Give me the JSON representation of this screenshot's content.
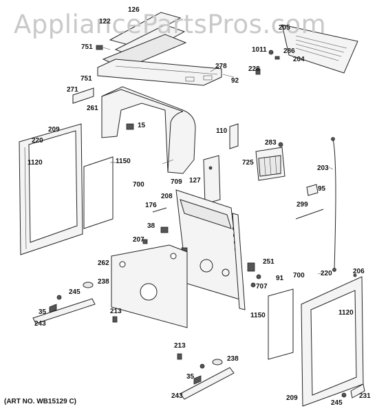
{
  "watermark": "AppliancePartsPros.com",
  "art_number": "(ART NO. WB15129 C)",
  "callouts": [
    {
      "id": "c126",
      "text": "126"
    },
    {
      "id": "c122",
      "text": "122"
    },
    {
      "id": "c751a",
      "text": "751"
    },
    {
      "id": "c205",
      "text": "205"
    },
    {
      "id": "c1011",
      "text": "1011"
    },
    {
      "id": "c286",
      "text": "286"
    },
    {
      "id": "c204",
      "text": "204"
    },
    {
      "id": "c278",
      "text": "278"
    },
    {
      "id": "c228",
      "text": "228"
    },
    {
      "id": "c92",
      "text": "92"
    },
    {
      "id": "c751b",
      "text": "751"
    },
    {
      "id": "c271",
      "text": "271"
    },
    {
      "id": "c261",
      "text": "261"
    },
    {
      "id": "c15",
      "text": "15"
    },
    {
      "id": "c209a",
      "text": "209"
    },
    {
      "id": "c220a",
      "text": "220"
    },
    {
      "id": "c110",
      "text": "110"
    },
    {
      "id": "c283",
      "text": "283"
    },
    {
      "id": "c1120a",
      "text": "1120"
    },
    {
      "id": "c1150a",
      "text": "1150"
    },
    {
      "id": "c725",
      "text": "725"
    },
    {
      "id": "c203",
      "text": "203"
    },
    {
      "id": "c709",
      "text": "709"
    },
    {
      "id": "c127",
      "text": "127"
    },
    {
      "id": "c700a",
      "text": "700"
    },
    {
      "id": "c95",
      "text": "95"
    },
    {
      "id": "c208",
      "text": "208"
    },
    {
      "id": "c176",
      "text": "176"
    },
    {
      "id": "c299",
      "text": "299"
    },
    {
      "id": "c38",
      "text": "38"
    },
    {
      "id": "c207",
      "text": "207"
    },
    {
      "id": "c262",
      "text": "262"
    },
    {
      "id": "c251",
      "text": "251"
    },
    {
      "id": "c206",
      "text": "206"
    },
    {
      "id": "c700b",
      "text": "700"
    },
    {
      "id": "c220b",
      "text": "220"
    },
    {
      "id": "c238a",
      "text": "238"
    },
    {
      "id": "c91",
      "text": "91"
    },
    {
      "id": "c707",
      "text": "707"
    },
    {
      "id": "c245a",
      "text": "245"
    },
    {
      "id": "c35a",
      "text": "35"
    },
    {
      "id": "c243a",
      "text": "243"
    },
    {
      "id": "c213a",
      "text": "213"
    },
    {
      "id": "c1150b",
      "text": "1150"
    },
    {
      "id": "c1120b",
      "text": "1120"
    },
    {
      "id": "c213b",
      "text": "213"
    },
    {
      "id": "c238b",
      "text": "238"
    },
    {
      "id": "c35b",
      "text": "35"
    },
    {
      "id": "c243b",
      "text": "243"
    },
    {
      "id": "c209b",
      "text": "209"
    },
    {
      "id": "c245b",
      "text": "245"
    },
    {
      "id": "c231",
      "text": "231"
    }
  ]
}
